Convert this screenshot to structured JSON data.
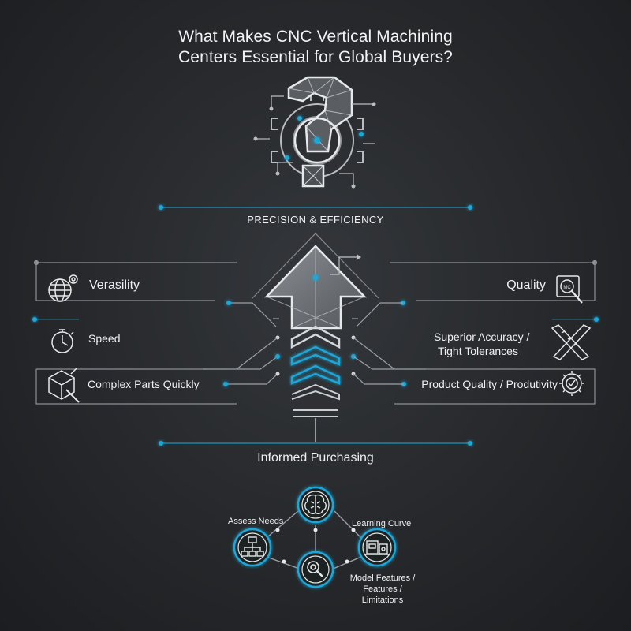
{
  "title": {
    "line1": "What Makes CNC Vertical Machining",
    "line2": "Centers Essential for Global Buyers?"
  },
  "sections": {
    "precision": "PRECISION & EFFICIENCY",
    "informed": "Informed Purchasing"
  },
  "left_features": [
    {
      "label": "Verasility",
      "icon": "globe-gear-icon"
    },
    {
      "label": "Speed",
      "icon": "stopwatch-icon"
    },
    {
      "label": "Complex Parts Quickly",
      "icon": "cube-tool-icon"
    }
  ],
  "right_features": [
    {
      "label": "Quality",
      "icon": "inspection-icon"
    },
    {
      "label_line1": "Superior Accuracy /",
      "label_line2": "Tight Tolerances",
      "icon": "crossed-rulers-icon"
    },
    {
      "label": "Product Quality / Produtivity",
      "icon": "gear-check-icon"
    }
  ],
  "purchasing_nodes": [
    {
      "label": "Assess Needs",
      "icon": "org-chart-icon"
    },
    {
      "label": "",
      "icon": "brain-icon"
    },
    {
      "label": "Learning Curve",
      "icon": "machine-icon"
    },
    {
      "label_line1": "Model Features /",
      "label_line2": "Features /",
      "label_line3": "Limitations",
      "icon": "magnifier-icon"
    }
  ],
  "colors": {
    "background": "#26282b",
    "accent": "#1aa7d8",
    "line": "#9aa0a6",
    "text": "#eef0f2"
  }
}
